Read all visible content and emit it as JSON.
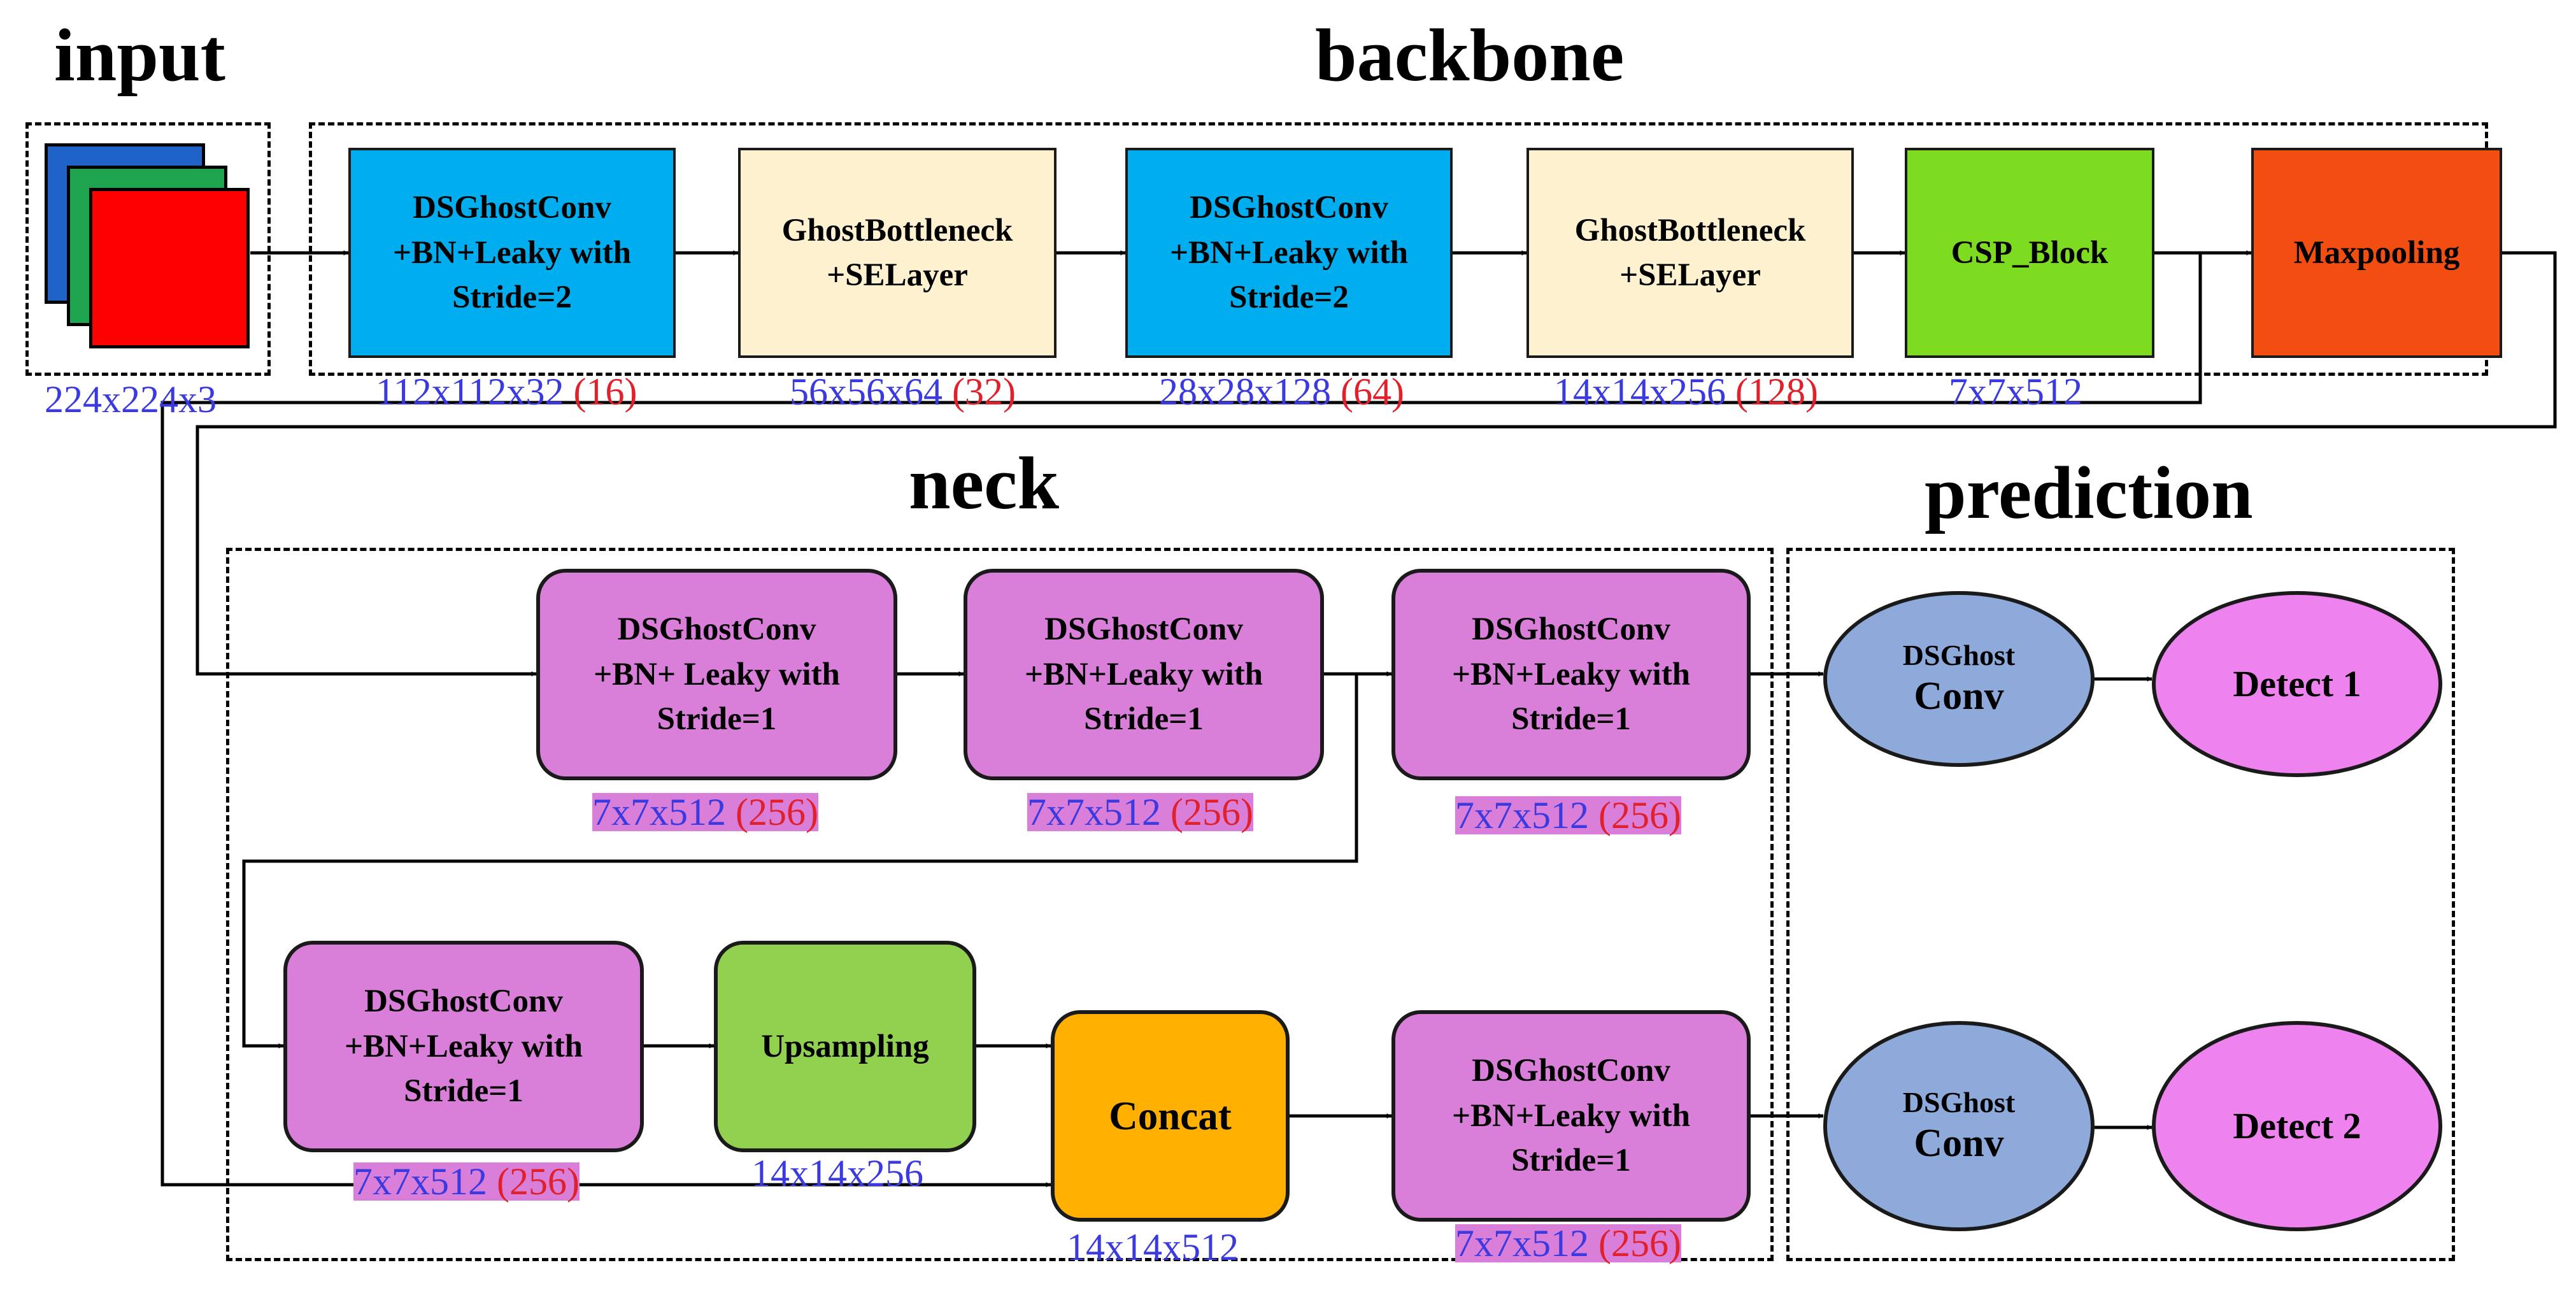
{
  "titles": {
    "input": "input",
    "backbone": "backbone",
    "neck": "neck",
    "prediction": "prediction"
  },
  "input": {
    "size": "224x224x3",
    "cube_colors": [
      "#1f63c9",
      "#1ea34f",
      "#ff0000"
    ]
  },
  "backbone": [
    {
      "label": "DSGhostConv\n+BN+Leaky with\nStride=2",
      "size": "112x112x32",
      "channels": "(16)",
      "color": "#00aeef"
    },
    {
      "label": "GhostBottleneck\n+SELayer",
      "size": "56x56x64",
      "channels": "(32)",
      "color": "#fdf1d0"
    },
    {
      "label": "DSGhostConv\n+BN+Leaky with\nStride=2",
      "size": "28x28x128",
      "channels": "(64)",
      "color": "#00aeef"
    },
    {
      "label": "GhostBottleneck\n+SELayer",
      "size": "14x14x256",
      "channels": "(128)",
      "color": "#fdf1d0"
    },
    {
      "label": "CSP_Block",
      "size": "7x7x512",
      "channels": "",
      "color": "#7ddc1f"
    },
    {
      "label": "Maxpooling",
      "size": "",
      "channels": "",
      "color": "#f24e12"
    }
  ],
  "neck": {
    "row1": [
      {
        "label": "DSGhostConv\n+BN+ Leaky with\nStride=1",
        "size": "7x7x512",
        "channels": "(256)"
      },
      {
        "label": "DSGhostConv\n+BN+Leaky with\nStride=1",
        "size": "7x7x512",
        "channels": "(256)"
      },
      {
        "label": "DSGhostConv\n+BN+Leaky with\nStride=1",
        "size": "7x7x512",
        "channels": "(256)"
      }
    ],
    "row2_conv": {
      "label": "DSGhostConv\n+BN+Leaky with\nStride=1",
      "size": "7x7x512",
      "channels": "(256)"
    },
    "upsampling": {
      "label": "Upsampling",
      "size": "14x14x256",
      "color": "#92d050"
    },
    "concat": {
      "label": "Concat",
      "size": "14x14x512",
      "color": "#ffb000"
    },
    "row2_out": {
      "label": "DSGhostConv\n+BN+Leaky with\nStride=1",
      "size": "7x7x512",
      "channels": "(256)"
    },
    "conv_color": "#d97ed9"
  },
  "prediction": {
    "heads": [
      {
        "conv_small": "DSGhost",
        "conv_big": "Conv",
        "detect": "Detect 1"
      },
      {
        "conv_small": "DSGhost",
        "conv_big": "Conv",
        "detect": "Detect 2"
      }
    ],
    "conv_color": "#8eaadb",
    "detect_color": "#ee82ee"
  },
  "colors": {
    "size_text": "#3a3ae0",
    "channel_text": "#e0202a"
  }
}
